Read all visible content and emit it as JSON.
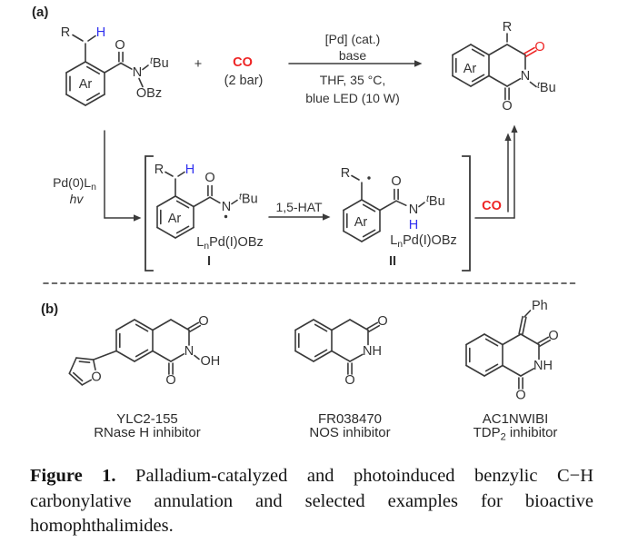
{
  "colors": {
    "accent_red": "#ee2424",
    "accent_blue": "#3030f0",
    "bond_gray": "#3a3a3a"
  },
  "panel_a": {
    "label": "(a)",
    "plus": "+",
    "co": "CO",
    "co_pressure": "(2 bar)",
    "conditions": {
      "above1": "[Pd] (cat.)",
      "above2": "base",
      "below1": "THF, 35 °C,",
      "below2": "blue LED (10 W)"
    },
    "photo": {
      "pd": "Pd(0)L",
      "pd_sub": "n",
      "hv": "hv"
    },
    "hat": "1,5-HAT",
    "co_side": "CO",
    "int1_label": "I",
    "int2_label": "II",
    "pd_complex": {
      "l": "L",
      "n": "n",
      "rest": "Pd(I)OBz"
    }
  },
  "atoms": {
    "r": "R",
    "h": "H",
    "o": "O",
    "n": "N",
    "nh": "NH",
    "oh": "OH",
    "ar": "Ar",
    "ph": "Ph",
    "t": "t",
    "bu": "Bu",
    "obz": "OBz"
  },
  "panel_b": {
    "label": "(b)",
    "compounds": [
      {
        "name": "YLC2-155",
        "act1": "RNase H inhibitor",
        "act_sub": "",
        "act2": ""
      },
      {
        "name": "FR038470",
        "act1": "NOS inhibitor",
        "act_sub": "",
        "act2": ""
      },
      {
        "name": "AC1NWIBI",
        "act1": "TDP",
        "act_sub": "2",
        "act2": " inhibitor"
      }
    ]
  },
  "caption": {
    "label": "Figure 1.",
    "line1": "Palladium-catalyzed and photoinduced benzylic C−H",
    "line2": "carbonylative annulation and selected examples for bioactive",
    "line3": "homophthalimides."
  }
}
